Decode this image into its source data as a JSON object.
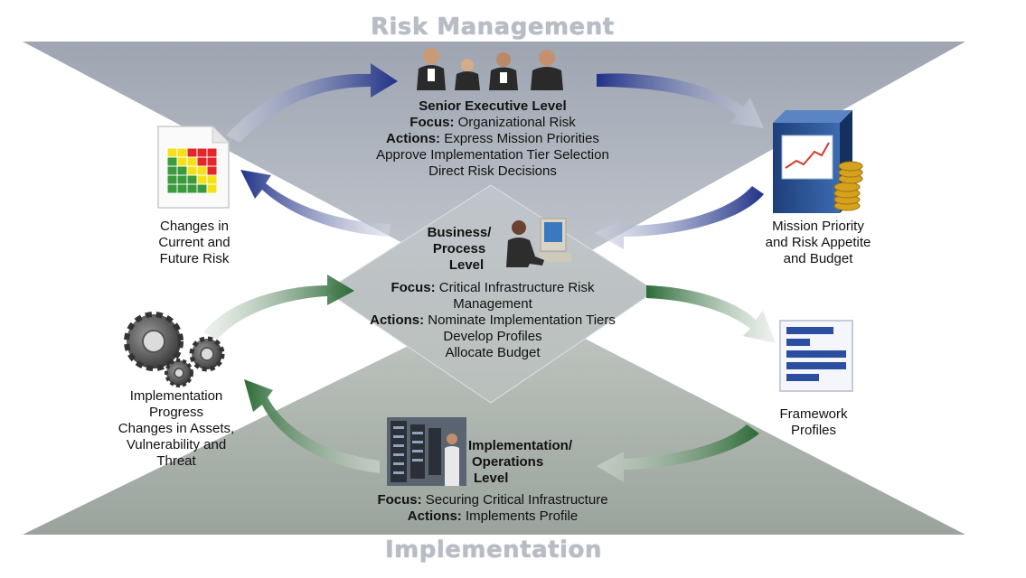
{
  "titles": {
    "top": "Risk Management",
    "bottom": "Implementation"
  },
  "senior": {
    "title": "Senior Executive Level",
    "focus_label": "Focus:",
    "focus_text": " Organizational Risk",
    "actions_label": "Actions:",
    "actions_text": " Express Mission Priorities",
    "line2": "Approve Implementation Tier Selection",
    "line3": "Direct Risk Decisions"
  },
  "business": {
    "title1": "Business/",
    "title2": "Process",
    "title3": "Level",
    "focus_label": "Focus:",
    "focus_text": " Critical Infrastructure Risk",
    "focus_line2": "Management",
    "actions_label": "Actions:",
    "actions_text": " Nominate Implementation Tiers",
    "line2": "Develop Profiles",
    "line3": "Allocate Budget"
  },
  "implementation": {
    "title1": "Implementation/",
    "title2": "Operations",
    "title3": "Level",
    "focus_label": "Focus:",
    "focus_text": " Securing Critical Infrastructure",
    "actions_label": "Actions:",
    "actions_text": " Implements Profile"
  },
  "left_top": {
    "line1": "Changes in",
    "line2": "Current and",
    "line3": "Future Risk"
  },
  "right_top": {
    "line1": "Mission Priority",
    "line2": "and Risk Appetite",
    "line3": "and Budget"
  },
  "left_bottom": {
    "line1": "Implementation",
    "line2": "Progress",
    "line3": "Changes in Assets,",
    "line4": "Vulnerability and",
    "line5": "Threat"
  },
  "right_bottom": {
    "line1": "Framework",
    "line2": "Profiles"
  },
  "colors": {
    "top_band": "#a9afba",
    "bottom_band": "#a5ada6",
    "diamond": "#c9cdd3",
    "blue_arrow": "#24378e",
    "green_arrow": "#2f6e3a"
  }
}
